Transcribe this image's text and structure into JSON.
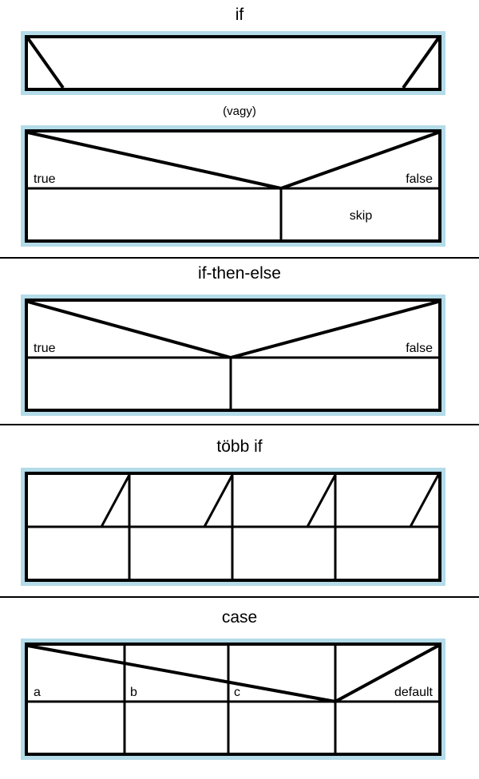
{
  "page": {
    "background_color": "#ffffff",
    "frame_color": "#b3dbe8",
    "line_color": "#000000"
  },
  "sections": [
    {
      "id": "if",
      "title": "if",
      "note": "(vagy)",
      "diagrams": [
        {
          "id": "if-simple",
          "labels": []
        },
        {
          "id": "if-vagy",
          "labels": [
            "true",
            "false",
            "skip"
          ]
        }
      ]
    },
    {
      "id": "if-then-else",
      "title": "if-then-else",
      "note": "",
      "diagrams": [
        {
          "id": "if-then-else-box",
          "labels": [
            "true",
            "false"
          ]
        }
      ]
    },
    {
      "id": "tobb-if",
      "title": "több if",
      "note": "",
      "diagrams": [
        {
          "id": "tobb-if-box",
          "labels": []
        }
      ]
    },
    {
      "id": "case",
      "title": "case",
      "note": "",
      "diagrams": [
        {
          "id": "case-box",
          "labels": [
            "a",
            "b",
            "c",
            "default"
          ]
        }
      ]
    }
  ],
  "labels": {
    "title_if": "if",
    "note_vagy": "(vagy)",
    "title_if_then_else": "if-then-else",
    "title_tobb_if": "több if",
    "title_case": "case",
    "true": "true",
    "false": "false",
    "skip": "skip",
    "case_a": "a",
    "case_b": "b",
    "case_c": "c",
    "case_default": "default"
  },
  "chart_data": {
    "type": "diagram",
    "title": "Jackson / structogram style control-flow diagrams",
    "blocks": [
      {
        "name": "if",
        "title": "if",
        "shape": "single-row box with diagonal at each end",
        "cells": 1,
        "rows": 1
      },
      {
        "name": "if (vagy)",
        "title": "(vagy)",
        "shape": "two-column box, V-shaped condition split",
        "cells": 2,
        "rows": 2,
        "cell_labels_top": [
          "true",
          "false"
        ],
        "cell_labels_bottom": [
          "",
          "skip"
        ]
      },
      {
        "name": "if-then-else",
        "title": "if-then-else",
        "shape": "two-column box, V-shaped condition split",
        "cells": 2,
        "rows": 2,
        "cell_labels_top": [
          "true",
          "false"
        ],
        "cell_labels_bottom": [
          "",
          ""
        ]
      },
      {
        "name": "több if",
        "title": "több if",
        "shape": "four-column box, diagonal in each top cell",
        "cells": 4,
        "rows": 2,
        "cell_labels_top": [
          "",
          "",
          "",
          ""
        ],
        "cell_labels_bottom": [
          "",
          "",
          "",
          ""
        ]
      },
      {
        "name": "case",
        "title": "case",
        "shape": "four-column box, long descending diagonal plus rising diagonal",
        "cells": 4,
        "rows": 2,
        "cell_labels_top": [
          "a",
          "b",
          "c",
          "default"
        ],
        "cell_labels_bottom": [
          "",
          "",
          "",
          ""
        ]
      }
    ]
  }
}
